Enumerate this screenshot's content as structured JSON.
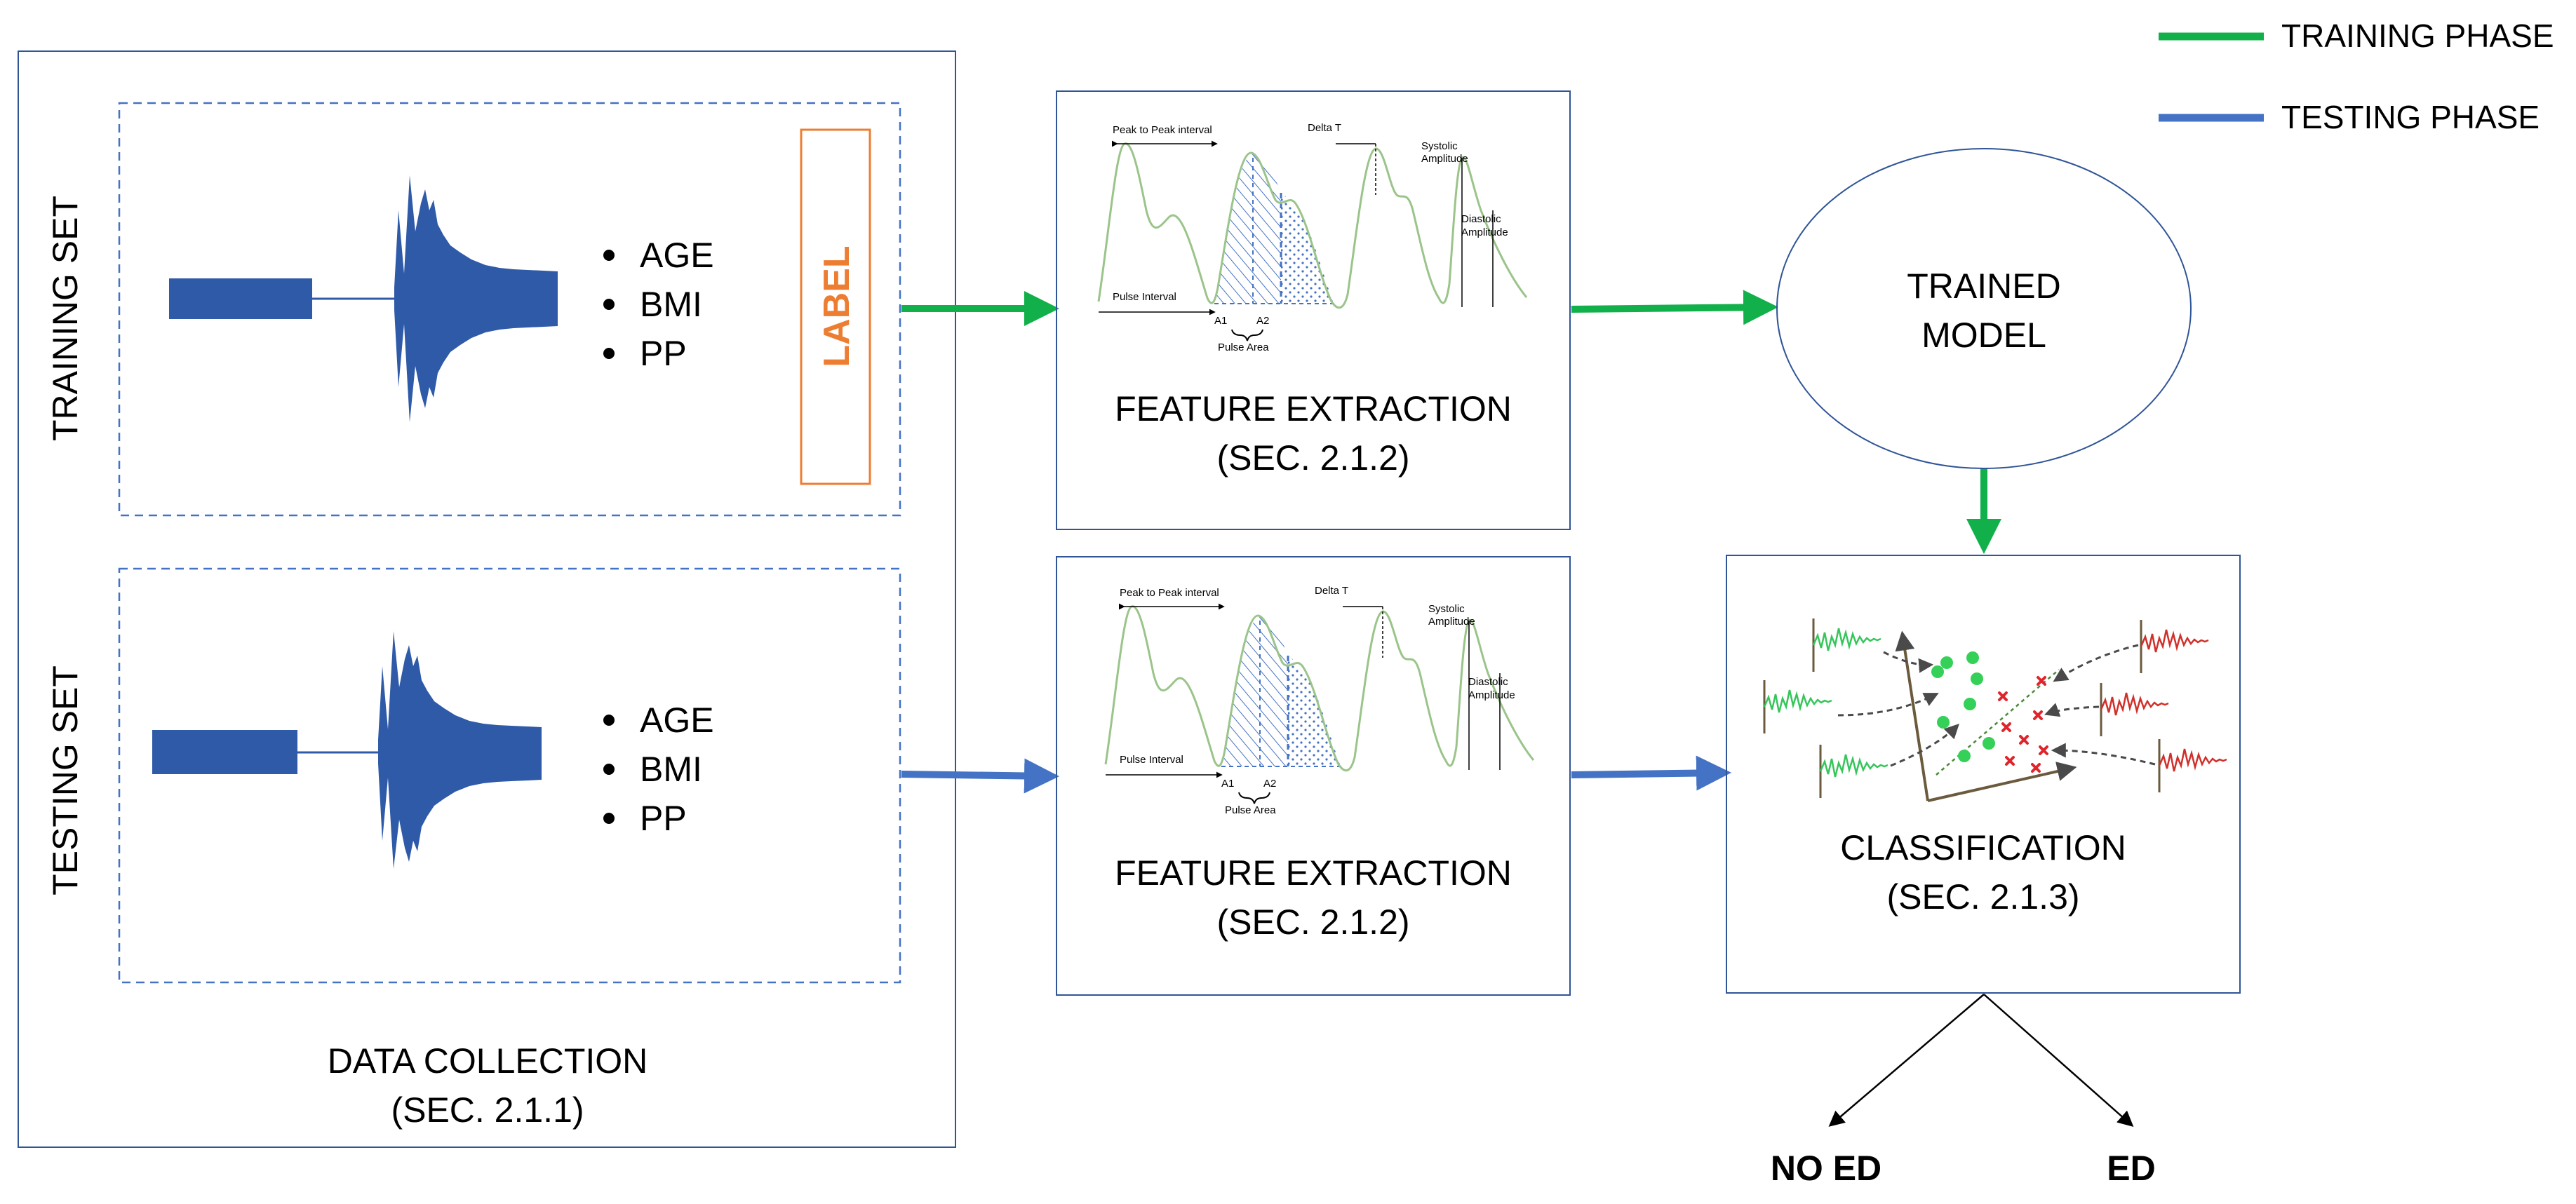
{
  "legend": {
    "items": [
      {
        "label": "TRAINING PHASE",
        "color": "#12b04a"
      },
      {
        "label": "TESTING PHASE",
        "color": "#4472c4"
      }
    ]
  },
  "data_collection": {
    "title": "DATA COLLECTION",
    "section": "(SEC. 2.1.1)",
    "training_set": {
      "side_label": "TRAINING SET",
      "features": [
        "AGE",
        "BMI",
        "PP"
      ],
      "label_box": "LABEL"
    },
    "testing_set": {
      "side_label": "TESTING SET",
      "features": [
        "AGE",
        "BMI",
        "PP"
      ]
    }
  },
  "feature_extraction": {
    "title": "FEATURE EXTRACTION",
    "section": "(SEC. 2.1.2)",
    "plot_labels": {
      "peak_to_peak": "Peak to Peak interval",
      "delta_t": "Delta T",
      "systolic_1": "Systolic",
      "systolic_2": "Amplitude",
      "diastolic_1": "Diastolic",
      "diastolic_2": "Amplitude",
      "pulse_interval": "Pulse Interval",
      "a1": "A1",
      "a2": "A2",
      "pulse_area": "Pulse Area"
    }
  },
  "trained_model": {
    "line1": "TRAINED",
    "line2": "MODEL"
  },
  "classification": {
    "title": "CLASSIFICATION",
    "section": "(SEC. 2.1.3)"
  },
  "outcomes": {
    "left": "NO ED",
    "right": "ED"
  },
  "colors": {
    "panel_border": "#2f5597",
    "dashed_border": "#4472c4",
    "waveform": "#2f5aa8",
    "label_box": "#ed7d31",
    "ppg_curve": "#9bc48a",
    "hatch": "#4472c4",
    "green_dot": "#34d058",
    "red_cross": "#e0242b",
    "flow_arrow": "#4a4a4a"
  }
}
